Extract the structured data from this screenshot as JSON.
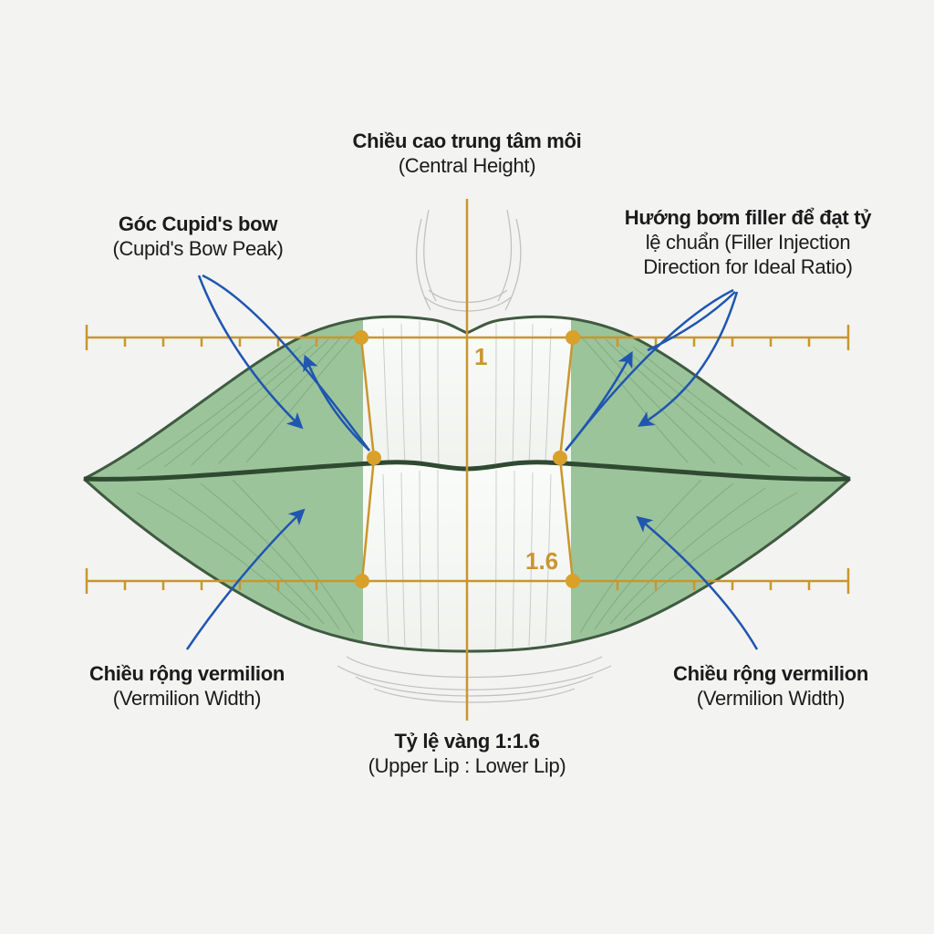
{
  "labels": {
    "central_height": {
      "title": "Chiều cao trung tâm môi",
      "subtitle": "(Central Height)"
    },
    "cupids_bow": {
      "title": "Góc Cupid's bow",
      "subtitle": "(Cupid's Bow Peak)"
    },
    "filler_direction": {
      "line1": "Hướng bơm filler để đạt tỷ",
      "line2": "lệ chuẩn (Filler Injection",
      "line3": "Direction for Ideal Ratio)"
    },
    "vermilion_left": {
      "title": "Chiều rộng vermilion",
      "subtitle": "(Vermilion Width)"
    },
    "vermilion_right": {
      "title": "Chiều rộng vermilion",
      "subtitle": "(Vermilion Width)"
    },
    "golden_ratio": {
      "title": "Tỷ lệ vàng 1:1.6",
      "subtitle": "(Upper Lip : Lower Lip)"
    }
  },
  "ratio_marks": {
    "upper": "1",
    "lower": "1.6"
  },
  "colors": {
    "lip_fill": "#9cc49a",
    "lip_outline": "#3f5a40",
    "guide_gold": "#c9962e",
    "arrow_blue": "#1f56b0",
    "background": "#f3f3f2"
  }
}
